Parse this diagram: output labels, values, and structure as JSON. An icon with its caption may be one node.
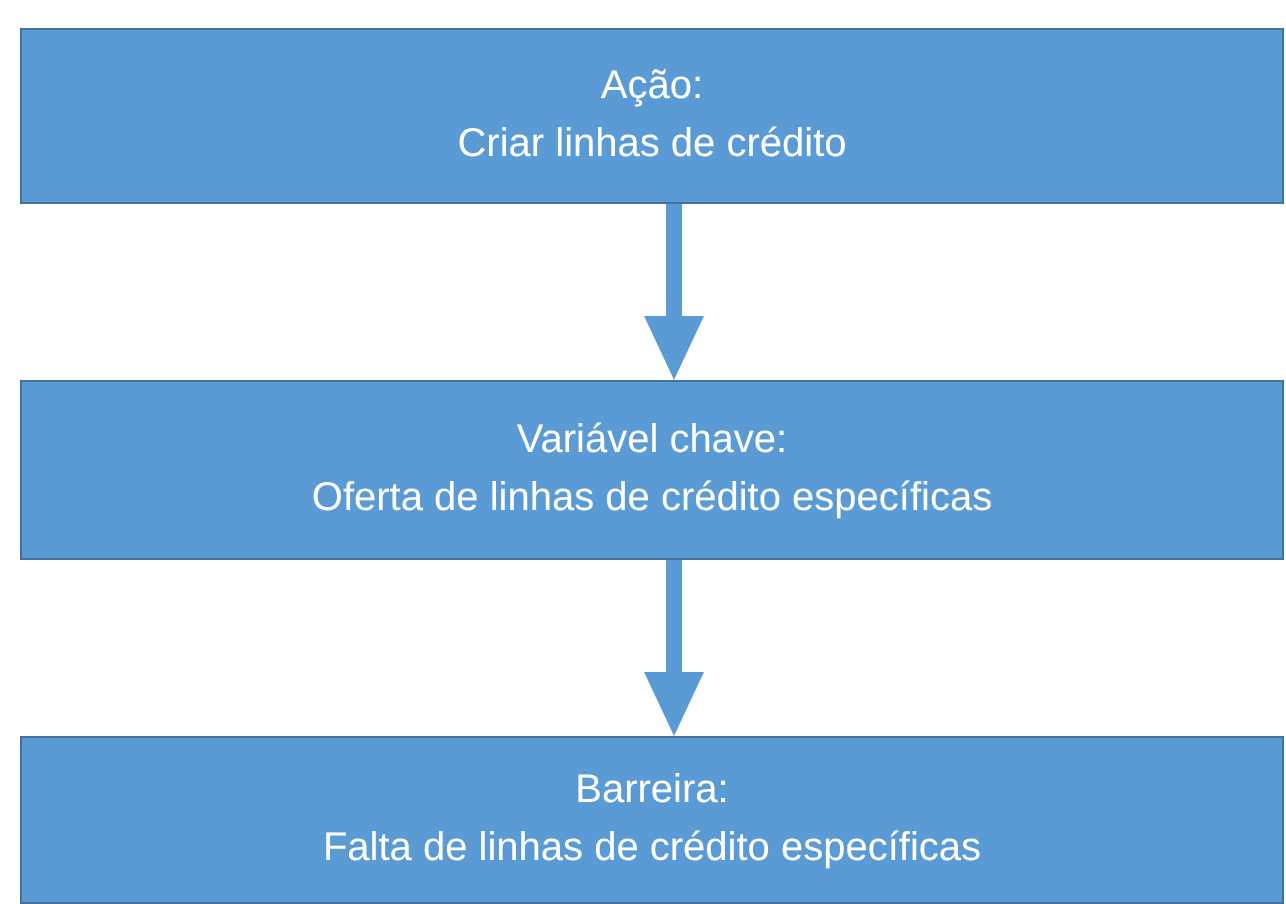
{
  "diagram": {
    "nodes": [
      {
        "text": [
          "Ação:",
          "Criar linhas de crédito"
        ]
      },
      {
        "text": [
          "Variável chave:",
          "Oferta de linhas de crédito específicas"
        ]
      },
      {
        "text": [
          "Barreira:",
          "Falta de linhas de crédito específicas"
        ]
      }
    ],
    "edges": [
      {
        "from": 0,
        "to": 1,
        "arrow": "to"
      },
      {
        "from": 1,
        "to": 2,
        "arrow": "to"
      }
    ]
  }
}
